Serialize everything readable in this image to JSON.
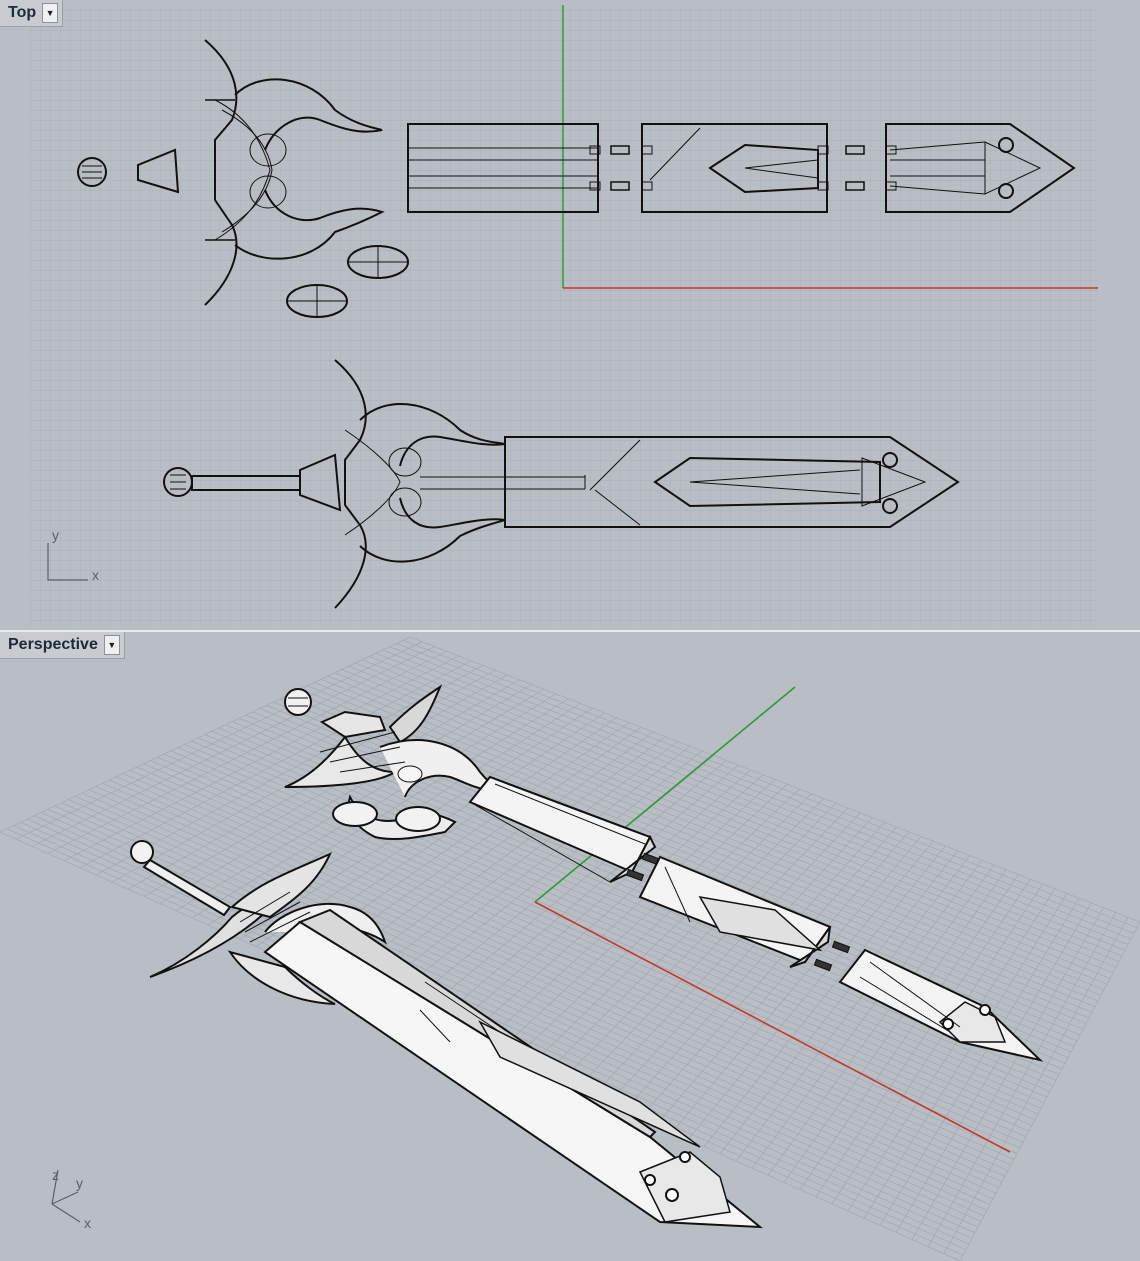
{
  "viewports": {
    "top": {
      "label": "Top",
      "menu_icon": "dropdown-arrow-icon"
    },
    "perspective": {
      "label": "Perspective",
      "menu_icon": "dropdown-arrow-icon"
    }
  },
  "axes": {
    "x": "x",
    "y": "y",
    "z": "z"
  },
  "colors": {
    "grid_background": "#b9bec4",
    "grid_minor": "#a9aeb4",
    "grid_major": "#9a9fa6",
    "x_axis": "#c0392b",
    "y_axis": "#2e9a3a",
    "wireframe": "#111111",
    "shaded_surface": "#f2f2f2"
  }
}
